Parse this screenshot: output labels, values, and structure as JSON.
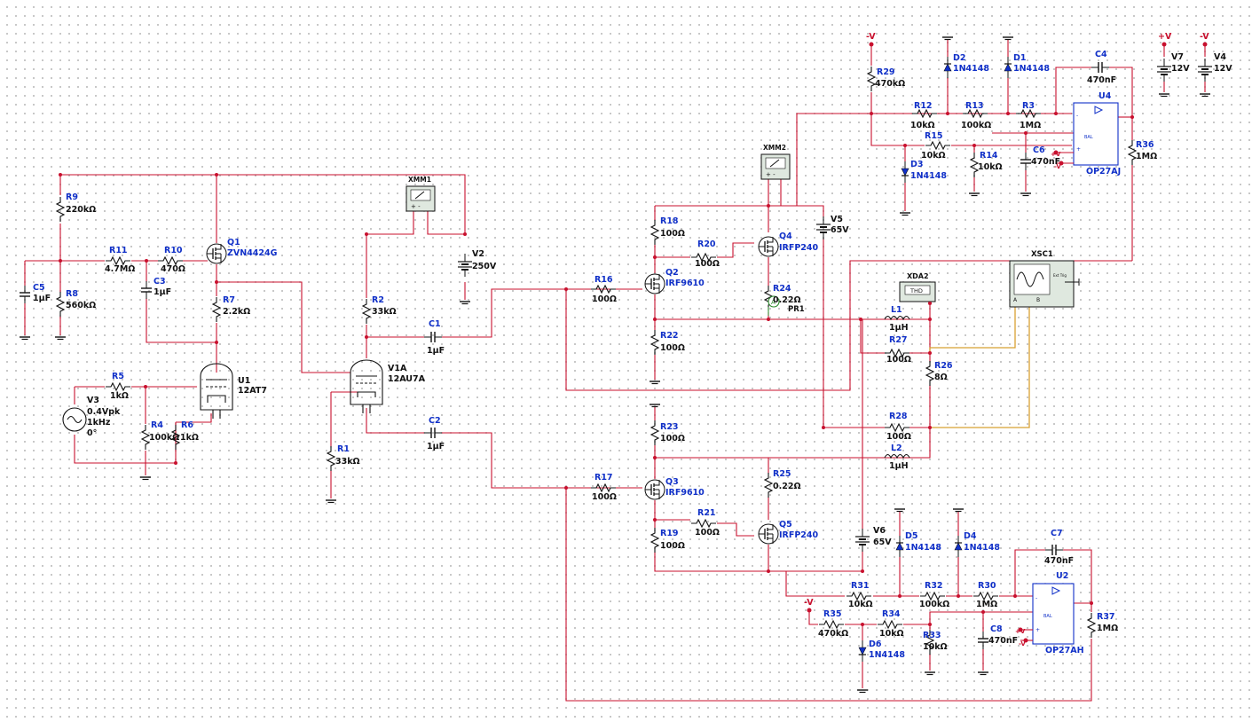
{
  "schematic": {
    "resistors": [
      {
        "ref": "R9",
        "value": "220kΩ"
      },
      {
        "ref": "R8",
        "value": "560kΩ"
      },
      {
        "ref": "R11",
        "value": "4.7MΩ"
      },
      {
        "ref": "R10",
        "value": "470Ω"
      },
      {
        "ref": "R7",
        "value": "2.2kΩ"
      },
      {
        "ref": "R5",
        "value": "1kΩ"
      },
      {
        "ref": "R4",
        "value": "100kΩ"
      },
      {
        "ref": "R6",
        "value": "1kΩ"
      },
      {
        "ref": "R2",
        "value": "33kΩ"
      },
      {
        "ref": "R1",
        "value": "33kΩ"
      },
      {
        "ref": "R16",
        "value": "100Ω"
      },
      {
        "ref": "R17",
        "value": "100Ω"
      },
      {
        "ref": "R18",
        "value": "100Ω"
      },
      {
        "ref": "R20",
        "value": "100Ω"
      },
      {
        "ref": "R22",
        "value": "100Ω"
      },
      {
        "ref": "R23",
        "value": "100Ω"
      },
      {
        "ref": "R21",
        "value": "100Ω"
      },
      {
        "ref": "R19",
        "value": "100Ω"
      },
      {
        "ref": "R24",
        "value": "0.22Ω"
      },
      {
        "ref": "R25",
        "value": "0.22Ω"
      },
      {
        "ref": "R27",
        "value": "100Ω"
      },
      {
        "ref": "R26",
        "value": "8Ω"
      },
      {
        "ref": "R28",
        "value": "100Ω"
      },
      {
        "ref": "R29",
        "value": "470kΩ"
      },
      {
        "ref": "R12",
        "value": "10kΩ"
      },
      {
        "ref": "R13",
        "value": "100kΩ"
      },
      {
        "ref": "R3",
        "value": "1MΩ"
      },
      {
        "ref": "R15",
        "value": "10kΩ"
      },
      {
        "ref": "R14",
        "value": "10kΩ"
      },
      {
        "ref": "R36",
        "value": "1MΩ"
      },
      {
        "ref": "R31",
        "value": "10kΩ"
      },
      {
        "ref": "R32",
        "value": "100kΩ"
      },
      {
        "ref": "R30",
        "value": "1MΩ"
      },
      {
        "ref": "R35",
        "value": "470kΩ"
      },
      {
        "ref": "R34",
        "value": "10kΩ"
      },
      {
        "ref": "R33",
        "value": "10kΩ"
      },
      {
        "ref": "R37",
        "value": "1MΩ"
      }
    ],
    "capacitors": [
      {
        "ref": "C5",
        "value": "1µF"
      },
      {
        "ref": "C3",
        "value": "1µF"
      },
      {
        "ref": "C1",
        "value": "1µF"
      },
      {
        "ref": "C2",
        "value": "1µF"
      },
      {
        "ref": "C4",
        "value": "470nF"
      },
      {
        "ref": "C6",
        "value": "470nF"
      },
      {
        "ref": "C7",
        "value": "470nF"
      },
      {
        "ref": "C8",
        "value": "470nF"
      }
    ],
    "inductors": [
      {
        "ref": "L1",
        "value": "1µH"
      },
      {
        "ref": "L2",
        "value": "1µH"
      }
    ],
    "diodes": [
      {
        "ref": "D2",
        "value": "1N4148"
      },
      {
        "ref": "D1",
        "value": "1N4148"
      },
      {
        "ref": "D3",
        "value": "1N4148"
      },
      {
        "ref": "D5",
        "value": "1N4148"
      },
      {
        "ref": "D4",
        "value": "1N4148"
      },
      {
        "ref": "D6",
        "value": "1N4148"
      }
    ],
    "transistors": [
      {
        "ref": "Q1",
        "value": "ZVN4424G"
      },
      {
        "ref": "Q2",
        "value": "IRF9610"
      },
      {
        "ref": "Q3",
        "value": "IRF9610"
      },
      {
        "ref": "Q4",
        "value": "IRFP240"
      },
      {
        "ref": "Q5",
        "value": "IRFP240"
      }
    ],
    "tubes": [
      {
        "ref": "U1",
        "value": "12AT7"
      },
      {
        "ref": "V1A",
        "value": "12AU7A"
      }
    ],
    "opamps": [
      {
        "ref": "U4",
        "value": "OP27AJ"
      },
      {
        "ref": "U2",
        "value": "OP27AH"
      }
    ],
    "sources": [
      {
        "ref": "V2",
        "value": "250V"
      },
      {
        "ref": "V5",
        "value": "65V"
      },
      {
        "ref": "V6",
        "value": "65V"
      },
      {
        "ref": "V7",
        "value": "12V"
      },
      {
        "ref": "V4",
        "value": "12V"
      }
    ],
    "signal_source": {
      "ref": "V3",
      "lines": [
        "0.4Vpk",
        "1kHz",
        "0°"
      ]
    },
    "rails": {
      "pos": "+V",
      "neg": "-V"
    },
    "instruments": [
      {
        "ref": "XMM1"
      },
      {
        "ref": "XMM2"
      },
      {
        "ref": "XDA2",
        "screen": "THD"
      },
      {
        "ref": "XSC1",
        "pins": [
          "A",
          "B",
          "Ext Trig"
        ]
      },
      {
        "ref": "PR1"
      }
    ]
  }
}
